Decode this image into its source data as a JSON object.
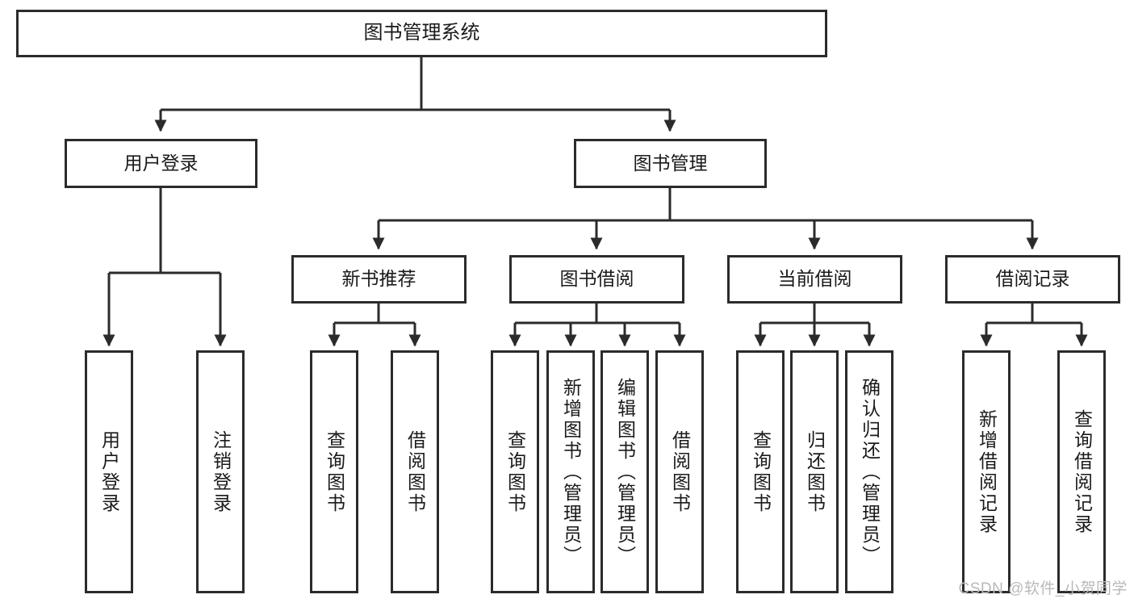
{
  "diagram": {
    "type": "tree-hierarchy-chart",
    "title": "图书管理系统",
    "stroke_color": "#2b2b2b",
    "background_color": "#ffffff",
    "text_color": "#1a1a1a",
    "watermark": "CSDN @软件_小贺同学",
    "levels": {
      "root": {
        "label": "图书管理系统"
      },
      "level2": [
        {
          "label": "用户登录"
        },
        {
          "label": "图书管理"
        }
      ],
      "level3": [
        {
          "label": "新书推荐"
        },
        {
          "label": "图书借阅"
        },
        {
          "label": "当前借阅"
        },
        {
          "label": "借阅记录"
        }
      ],
      "leaves": {
        "user_login": [
          {
            "label": "用户登录"
          },
          {
            "label": "注销登录"
          }
        ],
        "new_book_recommend": [
          {
            "label": "查询图书"
          },
          {
            "label": "借阅图书"
          }
        ],
        "book_borrow": [
          {
            "label": "查询图书"
          },
          {
            "label": "新增图书（管理员）"
          },
          {
            "label": "编辑图书（管理员）"
          },
          {
            "label": "借阅图书"
          }
        ],
        "current_borrow": [
          {
            "label": "查询图书"
          },
          {
            "label": "归还图书"
          },
          {
            "label": "确认归还（管理员）"
          }
        ],
        "borrow_record": [
          {
            "label": "新增借阅记录"
          },
          {
            "label": "查询借阅记录"
          }
        ]
      }
    }
  }
}
